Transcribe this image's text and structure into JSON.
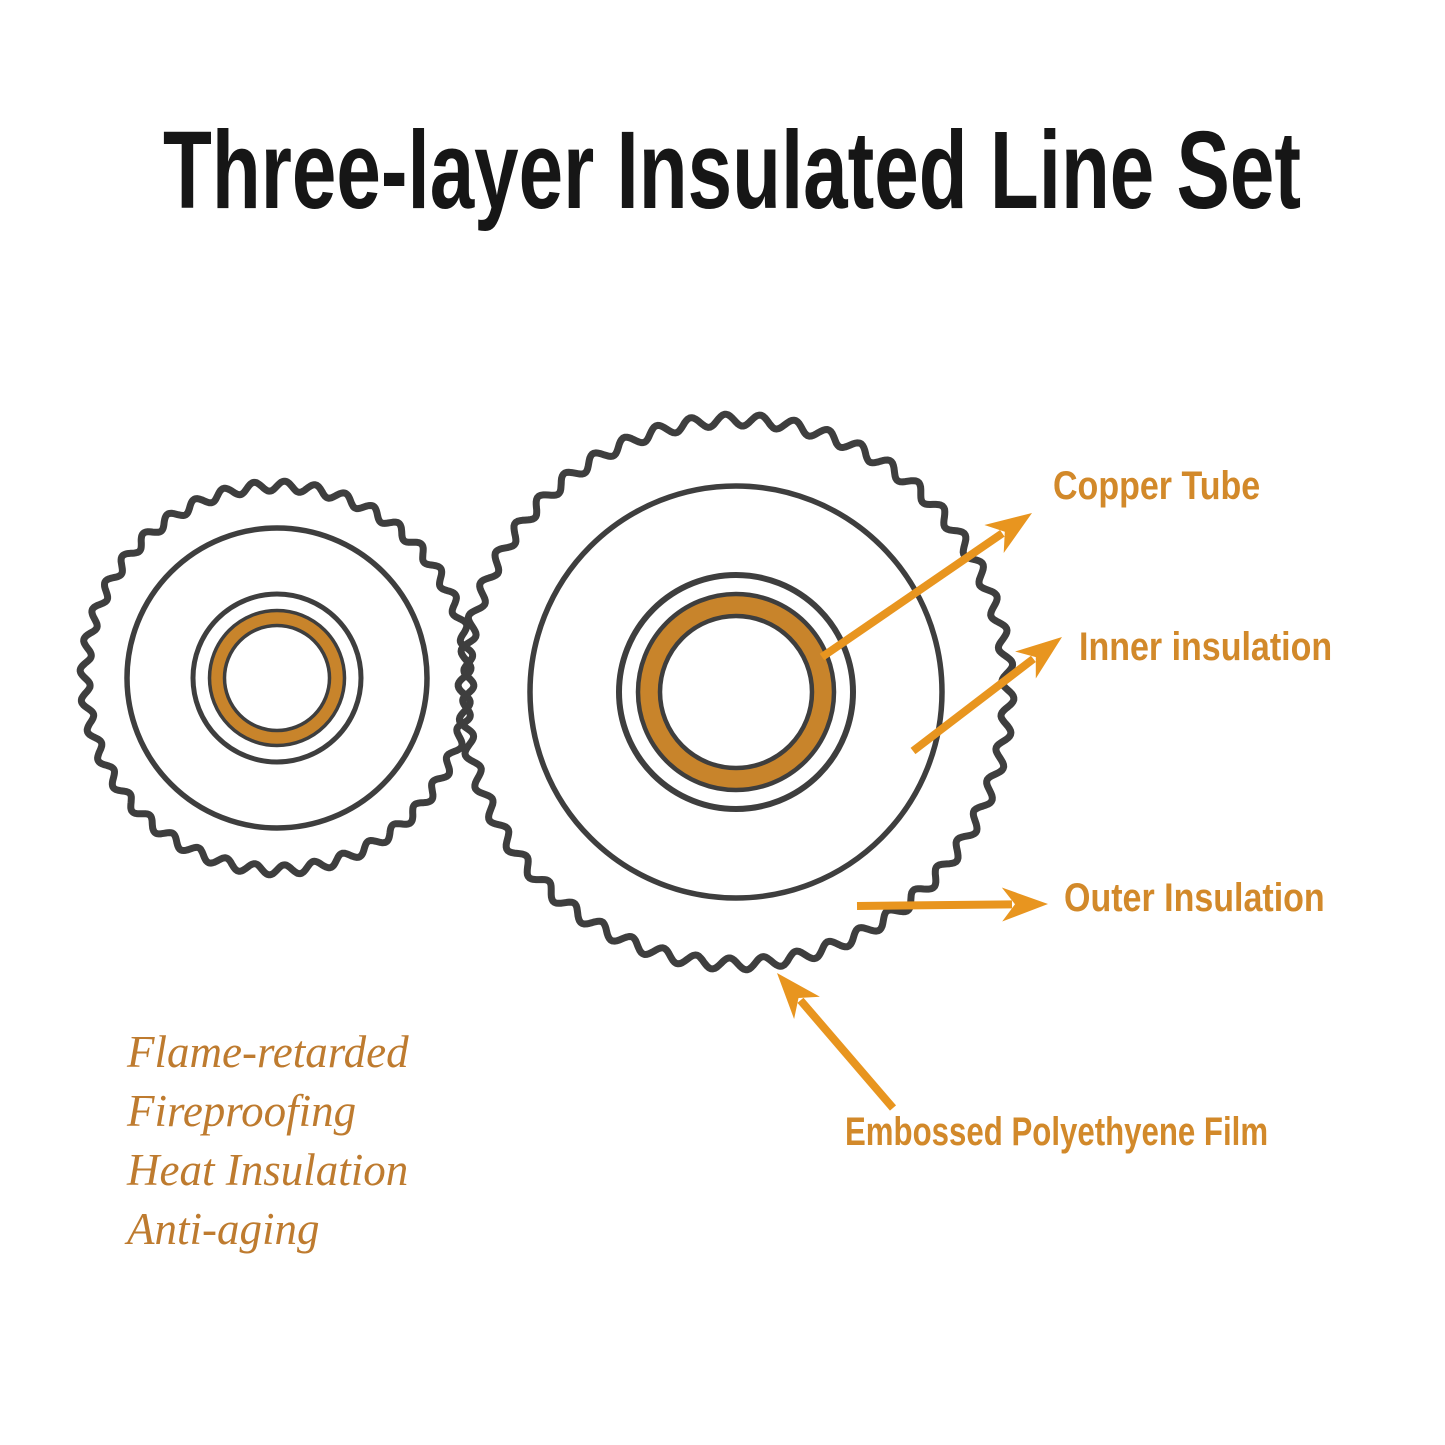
{
  "title": "Three-layer Insulated Line Set",
  "annotations": {
    "copper_tube": "Copper Tube",
    "inner_insulation": "Inner insulation",
    "outer_insulation": "Outer Insulation",
    "embossed_film": "Embossed Polyethyene Film"
  },
  "features": [
    "Flame-retarded",
    "Fireproofing",
    "Heat Insulation",
    "Anti-aging"
  ],
  "colors": {
    "title_text": "#161616",
    "annotation_text": "#D2892A",
    "arrow_orange": "#E8951F",
    "copper_ring": "#C8842B",
    "line_outline": "#3E3E3E",
    "feature_text": "#BE7B2F",
    "background": "#FFFFFF"
  }
}
